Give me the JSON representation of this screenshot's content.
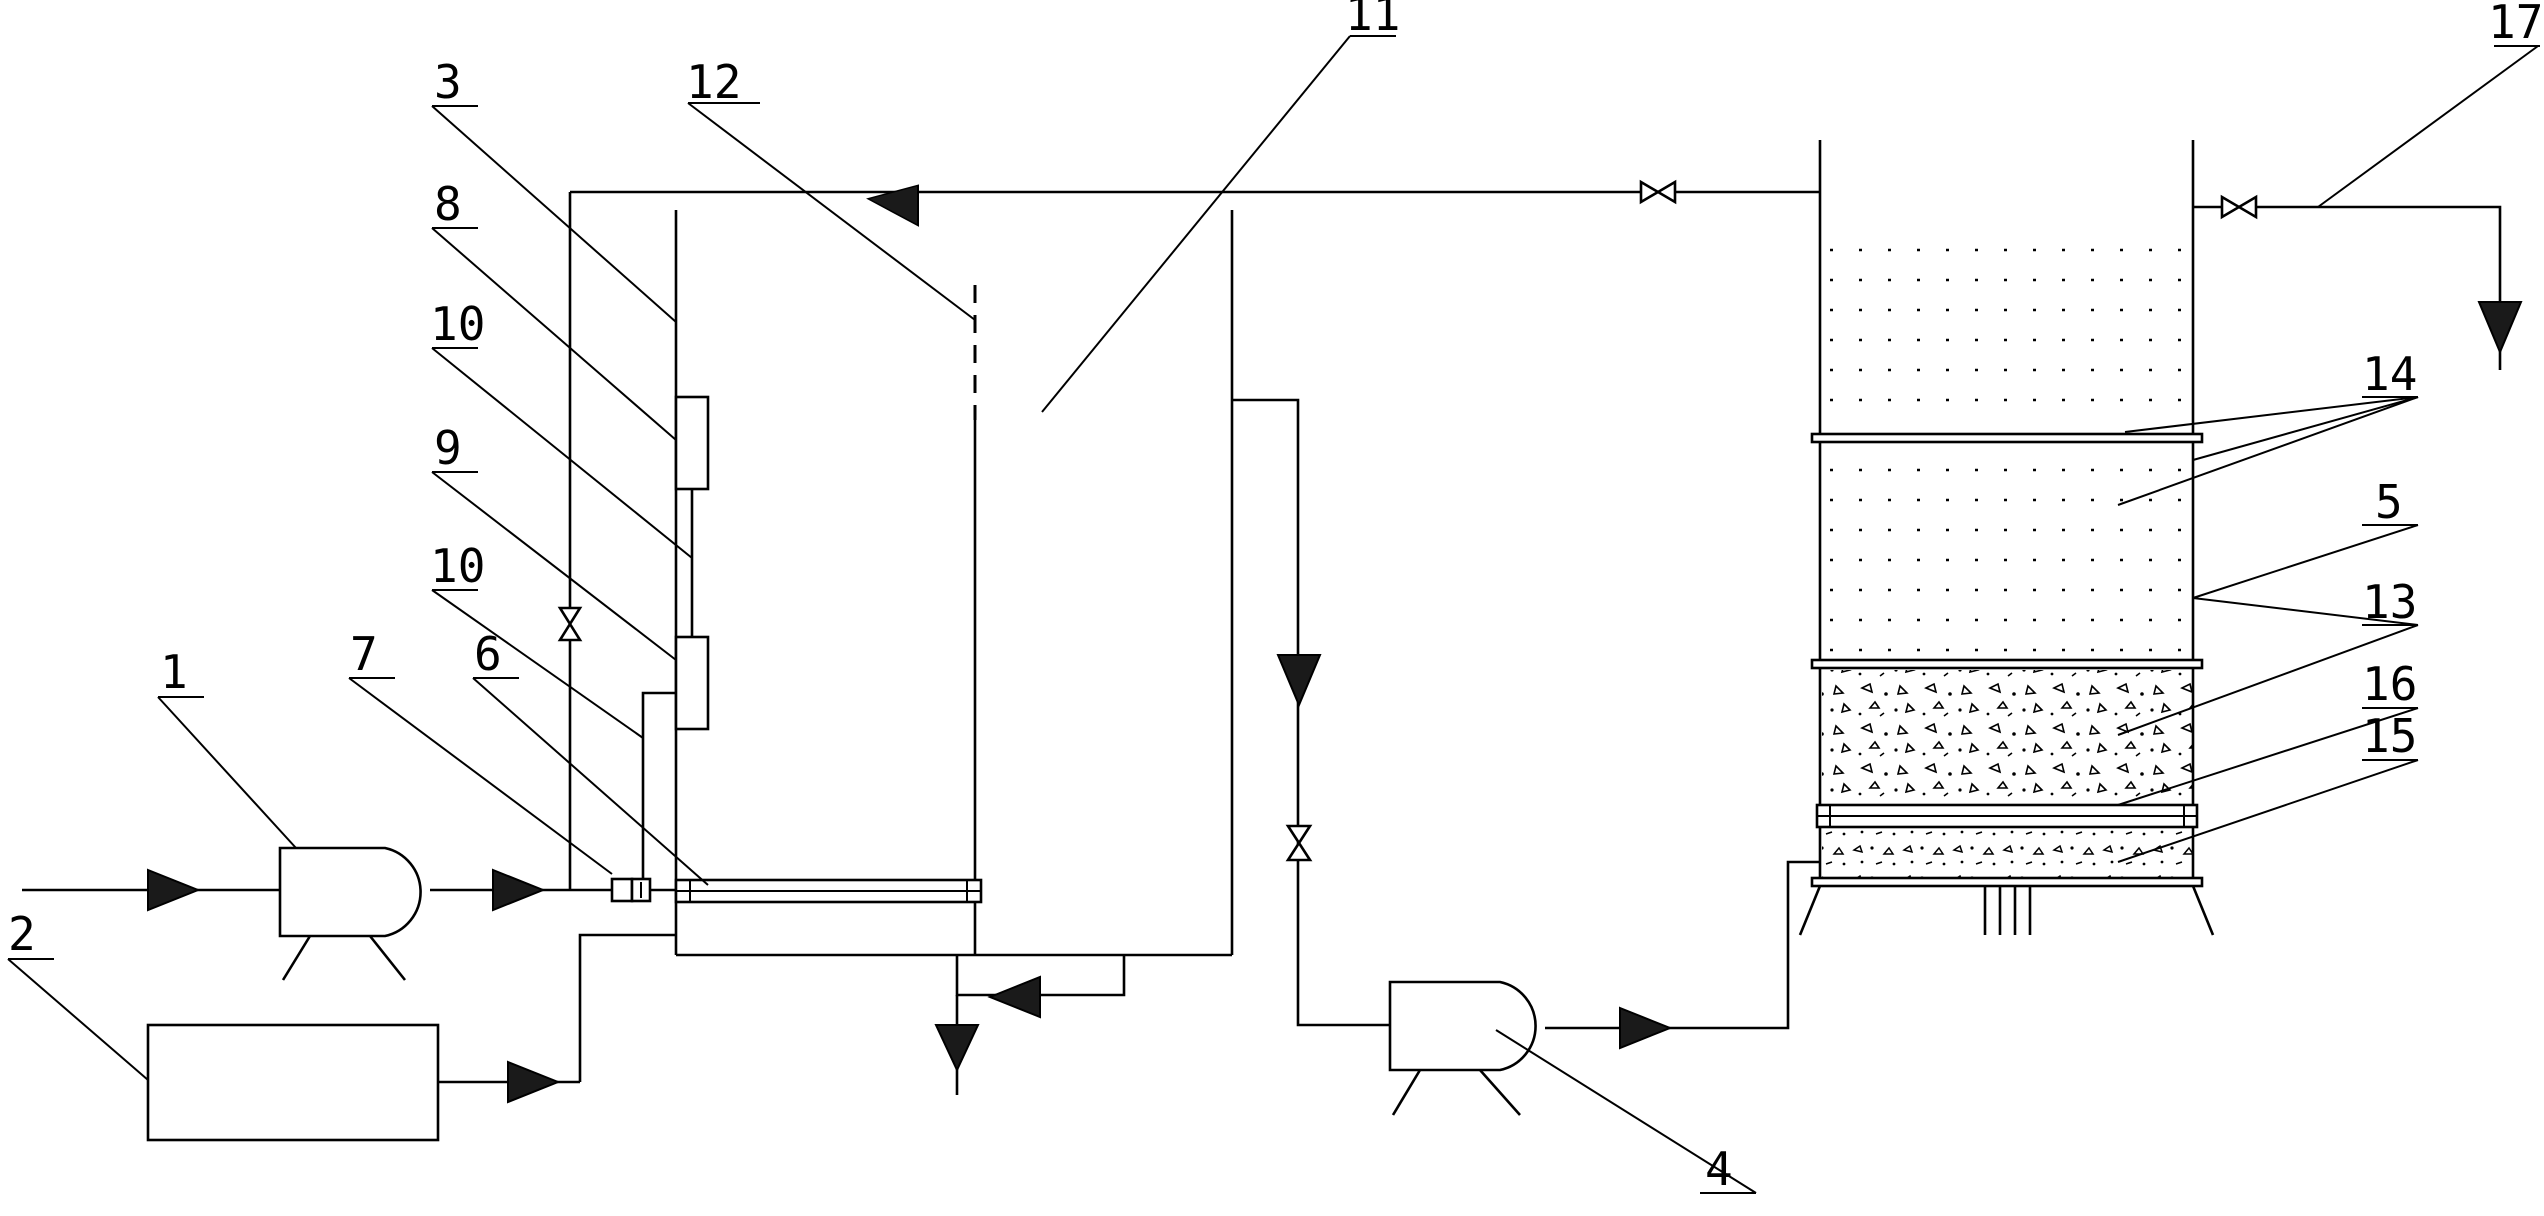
{
  "labels": [
    {
      "id": "1",
      "text": "1"
    },
    {
      "id": "2",
      "text": "2"
    },
    {
      "id": "3",
      "text": "3"
    },
    {
      "id": "4",
      "text": "4"
    },
    {
      "id": "5",
      "text": "5"
    },
    {
      "id": "6",
      "text": "6"
    },
    {
      "id": "7",
      "text": "7"
    },
    {
      "id": "8",
      "text": "8"
    },
    {
      "id": "9",
      "text": "9"
    },
    {
      "id": "10a",
      "text": "10"
    },
    {
      "id": "10b",
      "text": "10"
    },
    {
      "id": "11",
      "text": "11"
    },
    {
      "id": "12",
      "text": "12"
    },
    {
      "id": "13",
      "text": "13"
    },
    {
      "id": "14",
      "text": "14"
    },
    {
      "id": "15",
      "text": "15"
    },
    {
      "id": "16",
      "text": "16"
    },
    {
      "id": "17",
      "text": "17"
    }
  ]
}
